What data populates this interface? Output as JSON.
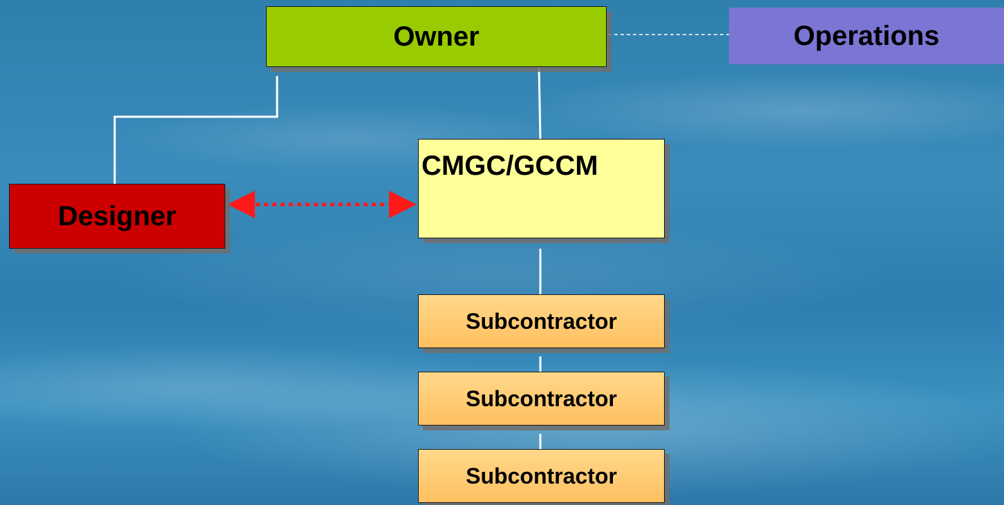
{
  "diagram": {
    "owner": "Owner",
    "operations": "Operations",
    "designer": "Designer",
    "cmgc": "CMGC/GCCM",
    "subcontractors": [
      "Subcontractor",
      "Subcontractor",
      "Subcontractor"
    ]
  },
  "colors": {
    "owner": "#99cc00",
    "operations": "#7b75d4",
    "designer": "#cc0000",
    "cmgc": "#ffff99",
    "subcontractor": "#ffc060",
    "arrow": "#ff1a1a",
    "connector": "#ffffff"
  }
}
